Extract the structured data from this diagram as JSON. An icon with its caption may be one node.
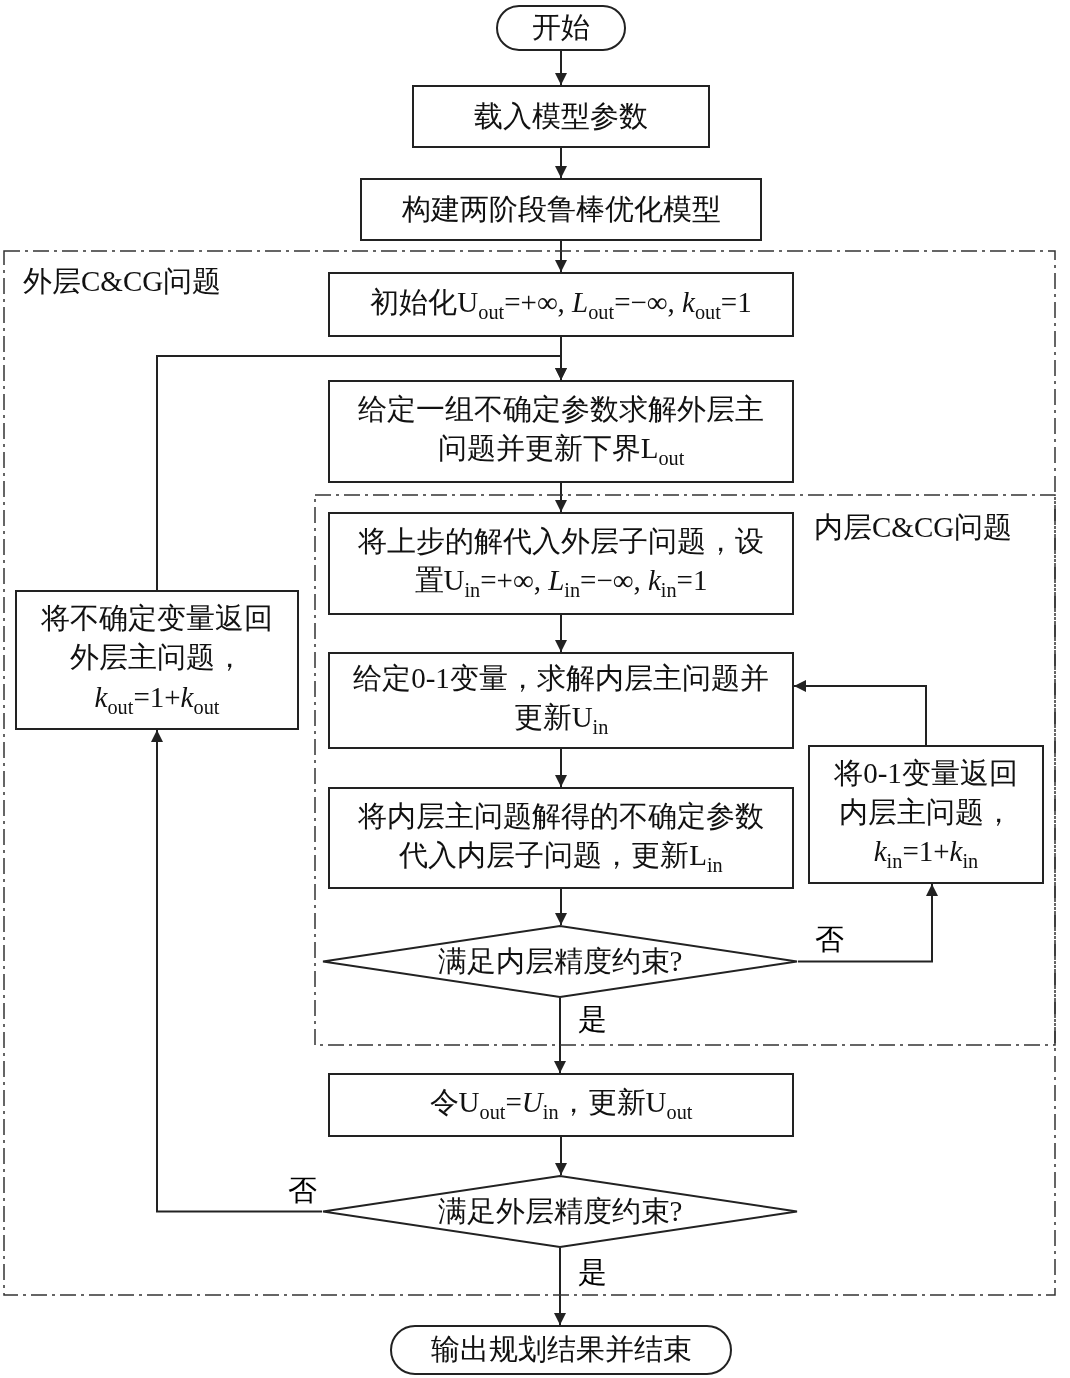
{
  "diagram": {
    "nodes": [
      {
        "text": [
          "开始"
        ]
      },
      {
        "text": [
          "载入模型参数"
        ]
      },
      {
        "text": [
          "构建两阶段鲁棒优化模型"
        ]
      },
      {
        "text": [
          "外层C&CG问题"
        ]
      },
      {
        "text": [
          "初始化U$_{out}$=+∞, *L*$_{out}$=−∞, *k*$_{out}$=1"
        ],
        "in": 3
      },
      {
        "text": [
          "给定一组不确定参数求解外层主问题并更新下界L$_{out}$"
        ],
        "in": 3
      },
      {
        "text": [
          "内层C&CG问题"
        ],
        "in": 3
      },
      {
        "text": [
          "将上步的解代入外层子问题，设置U$_{in}$=+∞, *L*$_{in}$=−∞, *k*$_{in}$=1"
        ],
        "in": 6
      },
      {
        "text": [
          "给定0-1变量，求解内层主问题并更新U$_{in}$"
        ],
        "in": 6
      },
      {
        "text": [
          "将内层主问题解得的不确定参数代入内层子问题，更新L$_{in}$"
        ],
        "in": 6
      },
      {
        "text": [
          "满足内层精度约束?"
        ],
        "in": 6
      },
      {
        "text": [
          "将0-1变量返回内层主问题，*k*$_{in}$=1+*k*$_{in}$"
        ],
        "in": 6
      },
      {
        "text": [
          "令U$_{out}$=*U*$_{in}$，更新U$_{out}$"
        ],
        "in": 3
      },
      {
        "text": [
          "满足外层精度约束?"
        ],
        "in": 3
      },
      {
        "text": [
          "将不确定变量返回外层主问题，*k*$_{out}$=1+*k*$_{out}$"
        ],
        "in": 3
      },
      {
        "text": [
          "输出规划结果并结束"
        ]
      }
    ],
    "edges": [
      {
        "from": 0,
        "to": 1,
        "arrow": "to"
      },
      {
        "from": 1,
        "to": 2,
        "arrow": "to"
      },
      {
        "from": 2,
        "to": 4,
        "arrow": "to"
      },
      {
        "from": 4,
        "to": 5,
        "arrow": "to"
      },
      {
        "from": 5,
        "to": 7,
        "arrow": "to"
      },
      {
        "from": 7,
        "to": 8,
        "arrow": "to"
      },
      {
        "from": 8,
        "to": 9,
        "arrow": "to"
      },
      {
        "from": 9,
        "to": 10,
        "arrow": "to"
      },
      {
        "from": 10,
        "to": 11,
        "arrow": "to",
        "label": "否"
      },
      {
        "from": 11,
        "to": 8,
        "arrow": "to"
      },
      {
        "from": 10,
        "to": 12,
        "arrow": "to",
        "label": "是"
      },
      {
        "from": 12,
        "to": 13,
        "arrow": "to"
      },
      {
        "from": 13,
        "to": 14,
        "arrow": "to",
        "label": "否"
      },
      {
        "from": 14,
        "to": 5,
        "arrow": "to"
      },
      {
        "from": 13,
        "to": 15,
        "arrow": "to",
        "label": "是"
      }
    ]
  }
}
